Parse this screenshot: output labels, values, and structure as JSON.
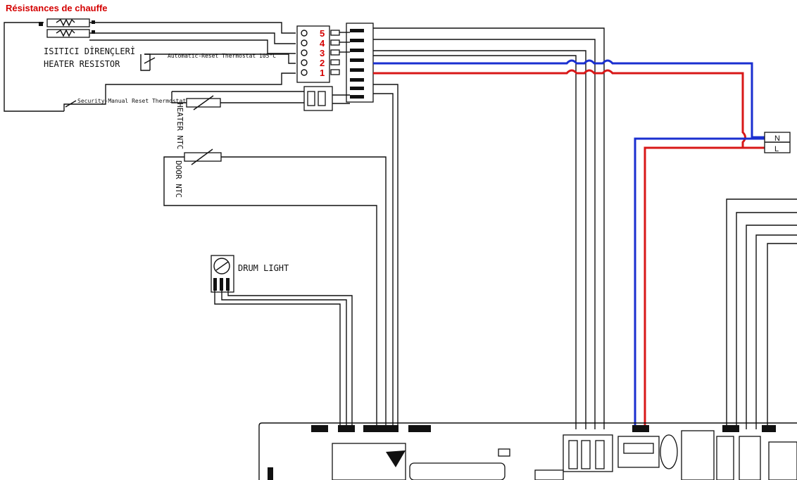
{
  "title": "Résistances de chauffe",
  "heater": {
    "label_tr": "ISITICI DİRENÇLERİ",
    "label_en": "HEATER RESISTOR"
  },
  "thermostats": {
    "auto_reset": "Automatic-Reset Thermostat 105°C",
    "manual_reset": "Security-Manual Reset Thermostat 150°C"
  },
  "connector_numbers": [
    "5",
    "4",
    "3",
    "2",
    "1"
  ],
  "ntc": {
    "heater": "HEATER NTC",
    "door": "DOOR NTC"
  },
  "drum_light": "DRUM LIGHT",
  "terminal": {
    "n": "N",
    "l": "L"
  },
  "colors": {
    "neutral": "#1a2fd0",
    "live": "#d81818",
    "title": "#d40000"
  }
}
